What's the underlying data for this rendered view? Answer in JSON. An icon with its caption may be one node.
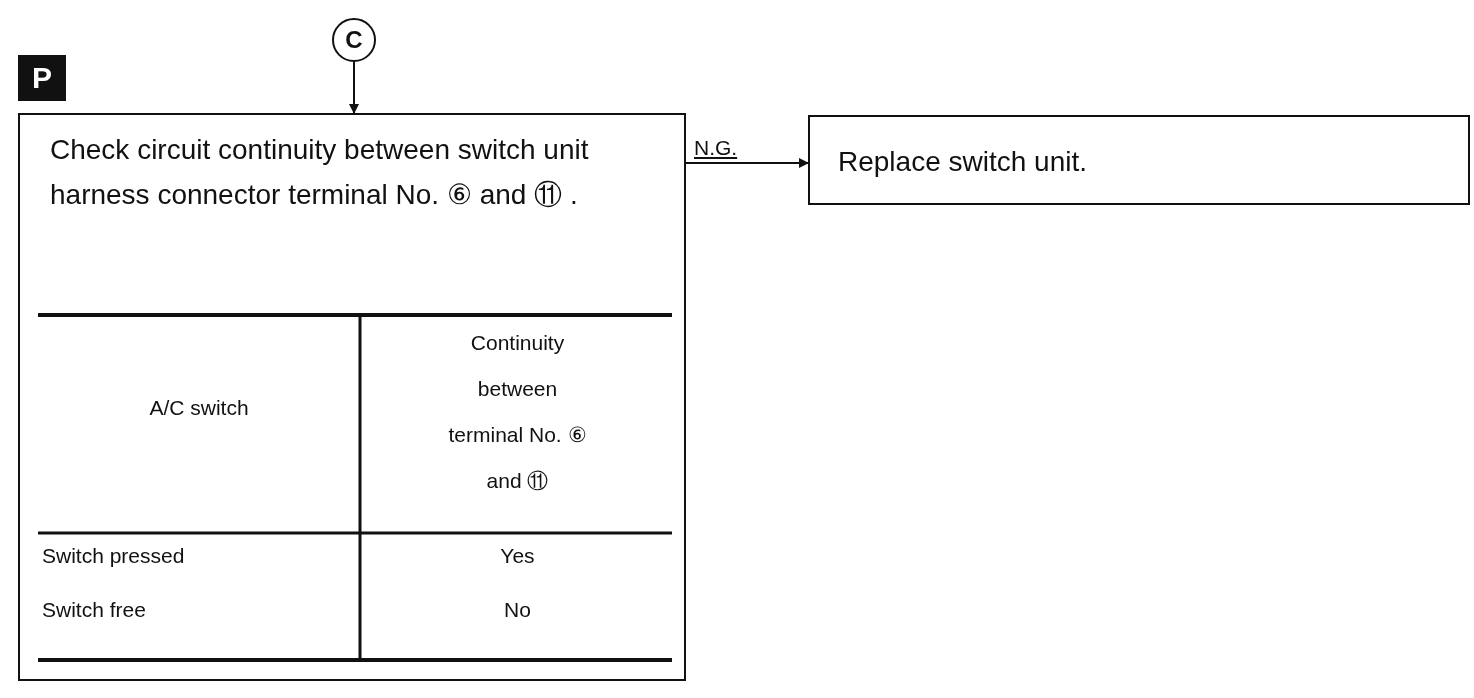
{
  "diagram": {
    "nodes": [
      {
        "text": [
          "C"
        ]
      },
      {
        "text": [
          "Check circuit continuity between switch unit harness connector terminal No. ⑥ and ⑪ ."
        ]
      },
      {
        "text": [
          "Replace switch unit."
        ]
      }
    ],
    "edges": [
      {
        "from": 0,
        "to": 1,
        "arrow": "to"
      },
      {
        "from": 1,
        "to": 2,
        "arrow": "to",
        "label": "N.G."
      }
    ],
    "labels": [
      "P",
      "A/C switch",
      "Continuity between terminal No. ⑥ and ⑪",
      "Switch pressed",
      "Yes",
      "Switch free",
      "No"
    ]
  }
}
